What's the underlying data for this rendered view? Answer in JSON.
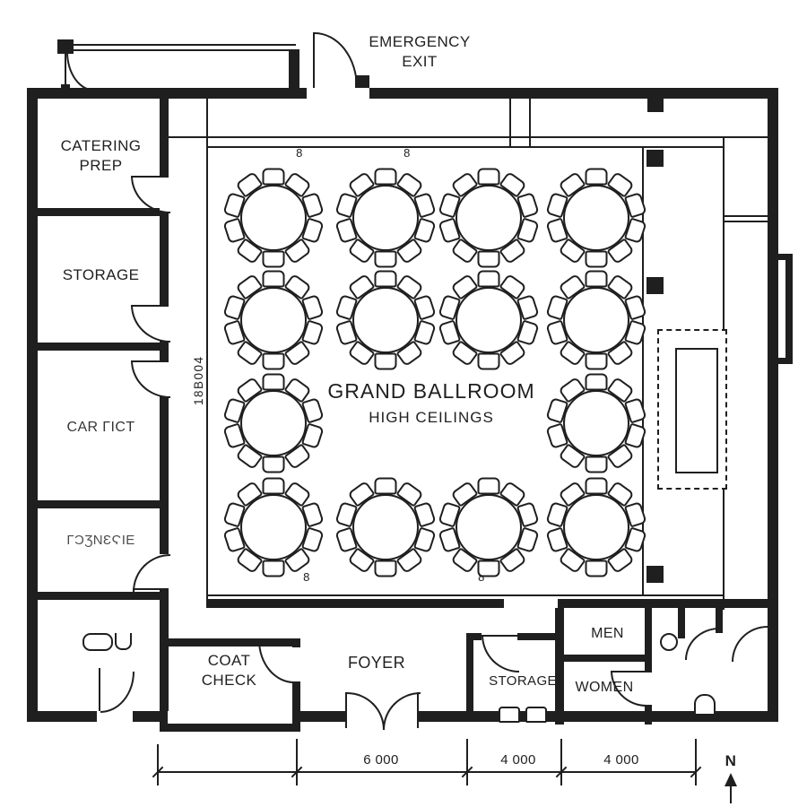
{
  "plan": {
    "bg_color": "#ffffff",
    "ink_color": "#1f1f1f",
    "labels": {
      "emergency_exit_line1": "EMERGENCY",
      "emergency_exit_line2": "EXIT",
      "catering_prep_line1": "CATERING",
      "catering_prep_line2": "PREP",
      "storage_west": "STORAGE",
      "room_west_3": "CAR ΓICT",
      "room_west_4": "ΓƆƷΝƐϚΙΕ",
      "ballroom_name": "GRAND BALLROOM",
      "ballroom_note": "HIGH CEILINGS",
      "plan_code": "18B004",
      "coat_check_line1": "COAT",
      "coat_check_line2": "CHECK",
      "foyer": "FOYER",
      "storage_small": "STORAGE",
      "men": "MEN",
      "women": "WOMEN",
      "north": "N"
    },
    "seat_count_labels": [
      "8",
      "8",
      "8",
      "8"
    ],
    "dimension_labels": [
      "6 000",
      "4 000",
      "4 000"
    ],
    "tables": {
      "count": 14,
      "seats_per_table": 10
    }
  }
}
